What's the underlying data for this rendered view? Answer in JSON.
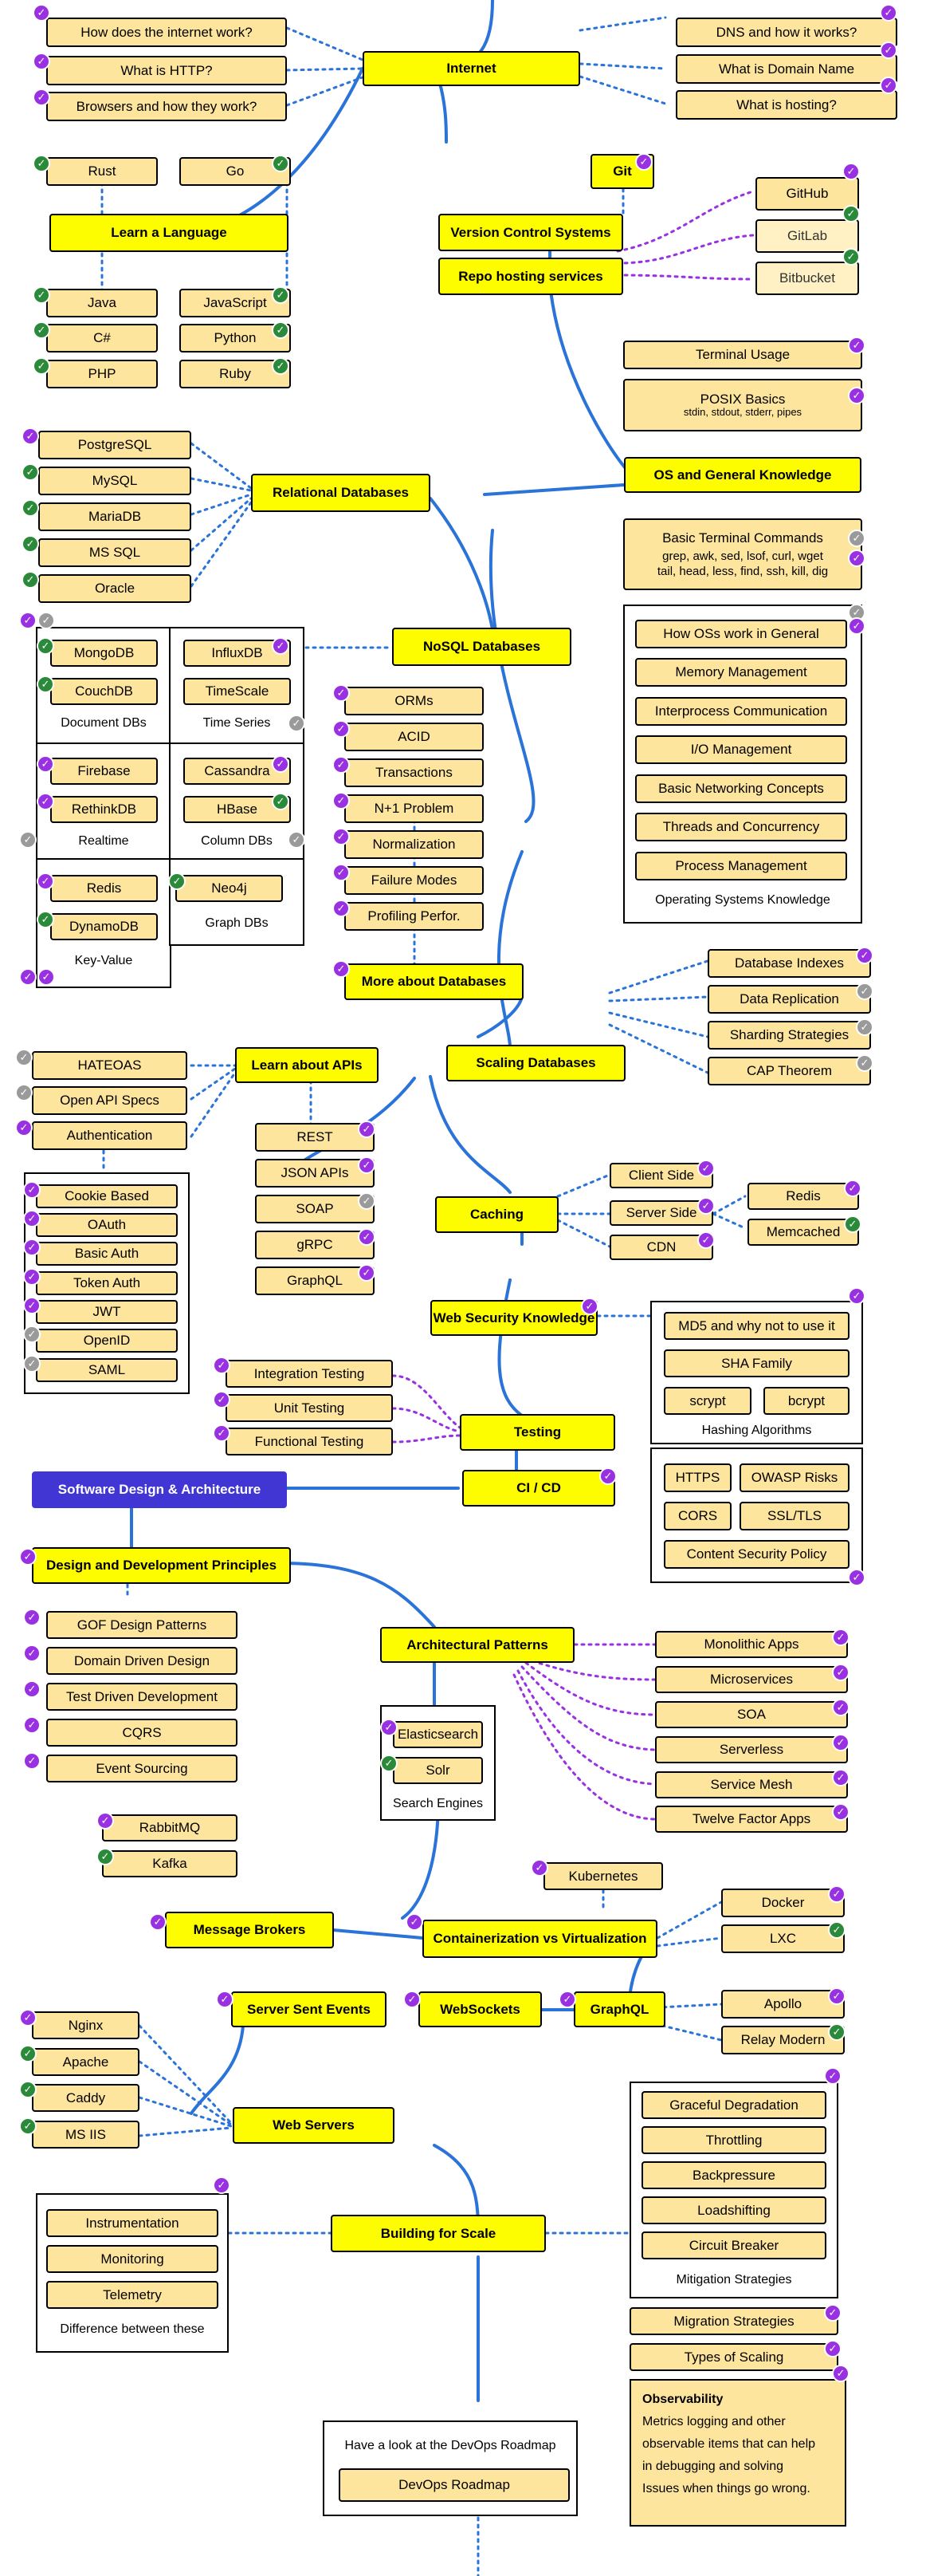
{
  "internet": {
    "main": "Internet",
    "left": [
      "How does the internet work?",
      "What is HTTP?",
      "Browsers and how they work?"
    ],
    "right": [
      "DNS and how it works?",
      "What is Domain Name",
      "What is hosting?"
    ]
  },
  "language": {
    "main": "Learn a Language",
    "items": [
      "Rust",
      "Go",
      "Java",
      "JavaScript",
      "C#",
      "Python",
      "PHP",
      "Ruby"
    ]
  },
  "vcs": {
    "git": "Git",
    "main": "Version Control Systems",
    "repo": "Repo hosting services",
    "hosts": [
      "GitHub",
      "GitLab",
      "Bitbucket"
    ]
  },
  "os": {
    "terminal_usage": "Terminal Usage",
    "posix_title": "POSIX Basics",
    "posix_sub": "stdin, stdout, stderr, pipes",
    "main": "OS and General Knowledge",
    "basic_cmds": "Basic Terminal Commands",
    "basic_cmds_sub1": "grep, awk, sed, lsof, curl, wget",
    "basic_cmds_sub2": "tail, head, less, find, ssh, kill, dig",
    "group_items": [
      "How OSs work in General",
      "Memory Management",
      "Interprocess Communication",
      "I/O Management",
      "Basic Networking Concepts",
      "Threads and Concurrency",
      "Process Management"
    ],
    "group_label": "Operating Systems Knowledge"
  },
  "relational": {
    "main": "Relational Databases",
    "items": [
      "PostgreSQL",
      "MySQL",
      "MariaDB",
      "MS SQL",
      "Oracle"
    ]
  },
  "nosql": {
    "main": "NoSQL Databases",
    "doc": [
      "MongoDB",
      "CouchDB"
    ],
    "doc_label": "Document DBs",
    "ts": [
      "InfluxDB",
      "TimeScale"
    ],
    "ts_label": "Time Series",
    "rt": [
      "Firebase",
      "RethinkDB"
    ],
    "rt_label": "Realtime",
    "col": [
      "Cassandra",
      "HBase"
    ],
    "col_label": "Column DBs",
    "kv": [
      "Redis",
      "DynamoDB"
    ],
    "kv_label": "Key-Value",
    "graph": [
      "Neo4j"
    ],
    "graph_label": "Graph DBs"
  },
  "moredb": {
    "items": [
      "ORMs",
      "ACID",
      "Transactions",
      "N+1 Problem",
      "Normalization",
      "Failure Modes",
      "Profiling Perfor."
    ],
    "main": "More about Databases"
  },
  "scaling": {
    "main": "Scaling Databases",
    "items": [
      "Database Indexes",
      "Data Replication",
      "Sharding Strategies",
      "CAP Theorem"
    ]
  },
  "apis": {
    "main": "Learn about APIs",
    "left": [
      "HATEOAS",
      "Open API Specs",
      "Authentication"
    ],
    "auth": [
      "Cookie Based",
      "OAuth",
      "Basic Auth",
      "Token Auth",
      "JWT",
      "OpenID",
      "SAML"
    ],
    "types": [
      "REST",
      "JSON APIs",
      "SOAP",
      "gRPC",
      "GraphQL"
    ]
  },
  "caching": {
    "main": "Caching",
    "items": [
      "Client Side",
      "Server Side",
      "CDN"
    ],
    "server": [
      "Redis",
      "Memcached"
    ]
  },
  "security": {
    "main": "Web Security Knowledge",
    "hash": [
      "MD5 and why not to use it",
      "SHA Family",
      "scrypt",
      "bcrypt"
    ],
    "hash_label": "Hashing Algorithms",
    "web": [
      "HTTPS",
      "OWASP Risks",
      "CORS",
      "SSL/TLS",
      "Content Security Policy"
    ]
  },
  "testing": {
    "main": "Testing",
    "items": [
      "Integration Testing",
      "Unit Testing",
      "Functional Testing"
    ]
  },
  "cicd": "CI / CD",
  "software_design": "Software Design & Architecture",
  "principles": {
    "main": "Design and Development Principles",
    "items": [
      "GOF Design Patterns",
      "Domain Driven Design",
      "Test Driven Development",
      "CQRS",
      "Event Sourcing"
    ]
  },
  "architecture": {
    "main": "Architectural Patterns",
    "items": [
      "Monolithic Apps",
      "Microservices",
      "SOA",
      "Serverless",
      "Service Mesh",
      "Twelve Factor Apps"
    ]
  },
  "search": {
    "items": [
      "Elasticsearch",
      "Solr"
    ],
    "label": "Search Engines"
  },
  "brokers": {
    "items": [
      "RabbitMQ",
      "Kafka"
    ],
    "main": "Message Brokers"
  },
  "containers": {
    "main": "Containerization vs Virtualization",
    "k8s": "Kubernetes",
    "items": [
      "Docker",
      "LXC"
    ]
  },
  "realtime": {
    "sse": "Server Sent Events",
    "ws": "WebSockets",
    "graphql": "GraphQL",
    "gql_items": [
      "Apollo",
      "Relay Modern"
    ]
  },
  "webservers": {
    "main": "Web Servers",
    "items": [
      "Nginx",
      "Apache",
      "Caddy",
      "MS IIS"
    ]
  },
  "scale": {
    "main": "Building for Scale",
    "diff": [
      "Instrumentation",
      "Monitoring",
      "Telemetry"
    ],
    "diff_label": "Difference between these",
    "mitigation": [
      "Graceful Degradation",
      "Throttling",
      "Backpressure",
      "Loadshifting",
      "Circuit Breaker"
    ],
    "mitigation_label": "Mitigation Strategies",
    "migration": "Migration Strategies",
    "types": "Types of Scaling",
    "obs_title": "Observability",
    "obs_text": [
      "Metrics logging and other",
      "observable items that can help",
      "in debugging and solving",
      "Issues when things go wrong."
    ]
  },
  "devops": {
    "label": "Have a look at the DevOps Roadmap",
    "button": "DevOps Roadmap"
  },
  "colors": {
    "topic": "#fefd00",
    "subtopic": "#fee59e",
    "line": "#2a73d8",
    "dotted_purple": "#9931e3",
    "done_purple": "#9931e3",
    "done_green": "#2a8a3a",
    "skip_gray": "#9a9a9a",
    "banner": "#4136d4"
  }
}
